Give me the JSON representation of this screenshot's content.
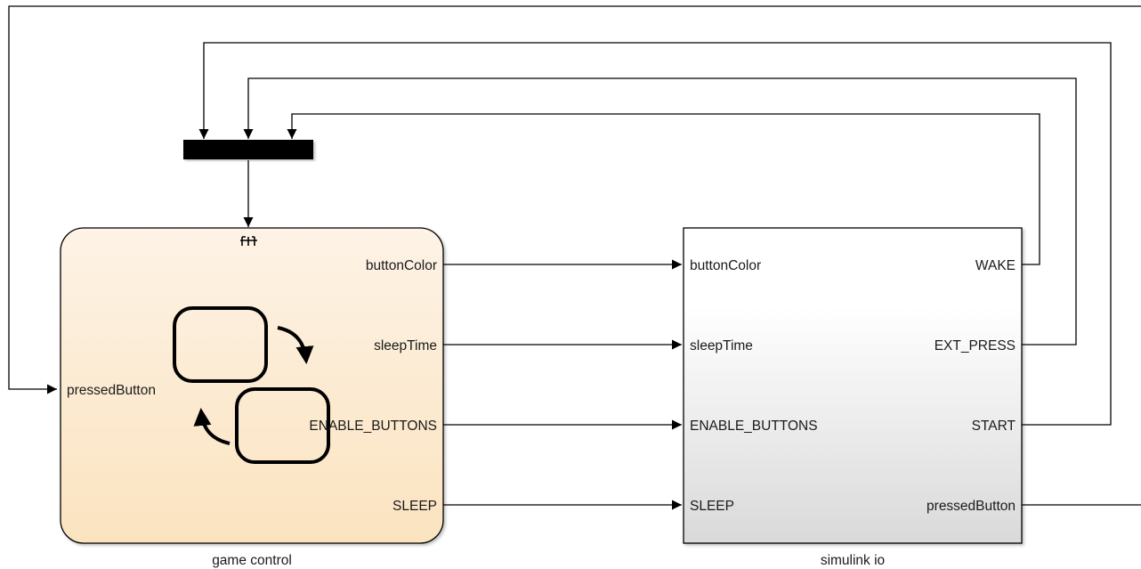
{
  "blocks": {
    "game_control": {
      "name": "game control",
      "type": "Stateflow chart",
      "inputs": [
        "pressedButton"
      ],
      "outputs": [
        "buttonColor",
        "sleepTime",
        "ENABLE_BUTTONS",
        "SLEEP"
      ],
      "trigger_icon": "trigger-icon",
      "fill_top": "#fdf3e6",
      "fill_bottom": "#fbe3bf"
    },
    "simulink_io": {
      "name": "simulink io",
      "type": "Subsystem",
      "inputs": [
        "buttonColor",
        "sleepTime",
        "ENABLE_BUTTONS",
        "SLEEP"
      ],
      "outputs": [
        "WAKE",
        "EXT_PRESS",
        "START",
        "pressedButton"
      ],
      "fill_top": "#ffffff",
      "fill_bottom": "#d9d9d9"
    },
    "mux": {
      "name": "",
      "type": "Mux",
      "color": "#000000"
    }
  }
}
